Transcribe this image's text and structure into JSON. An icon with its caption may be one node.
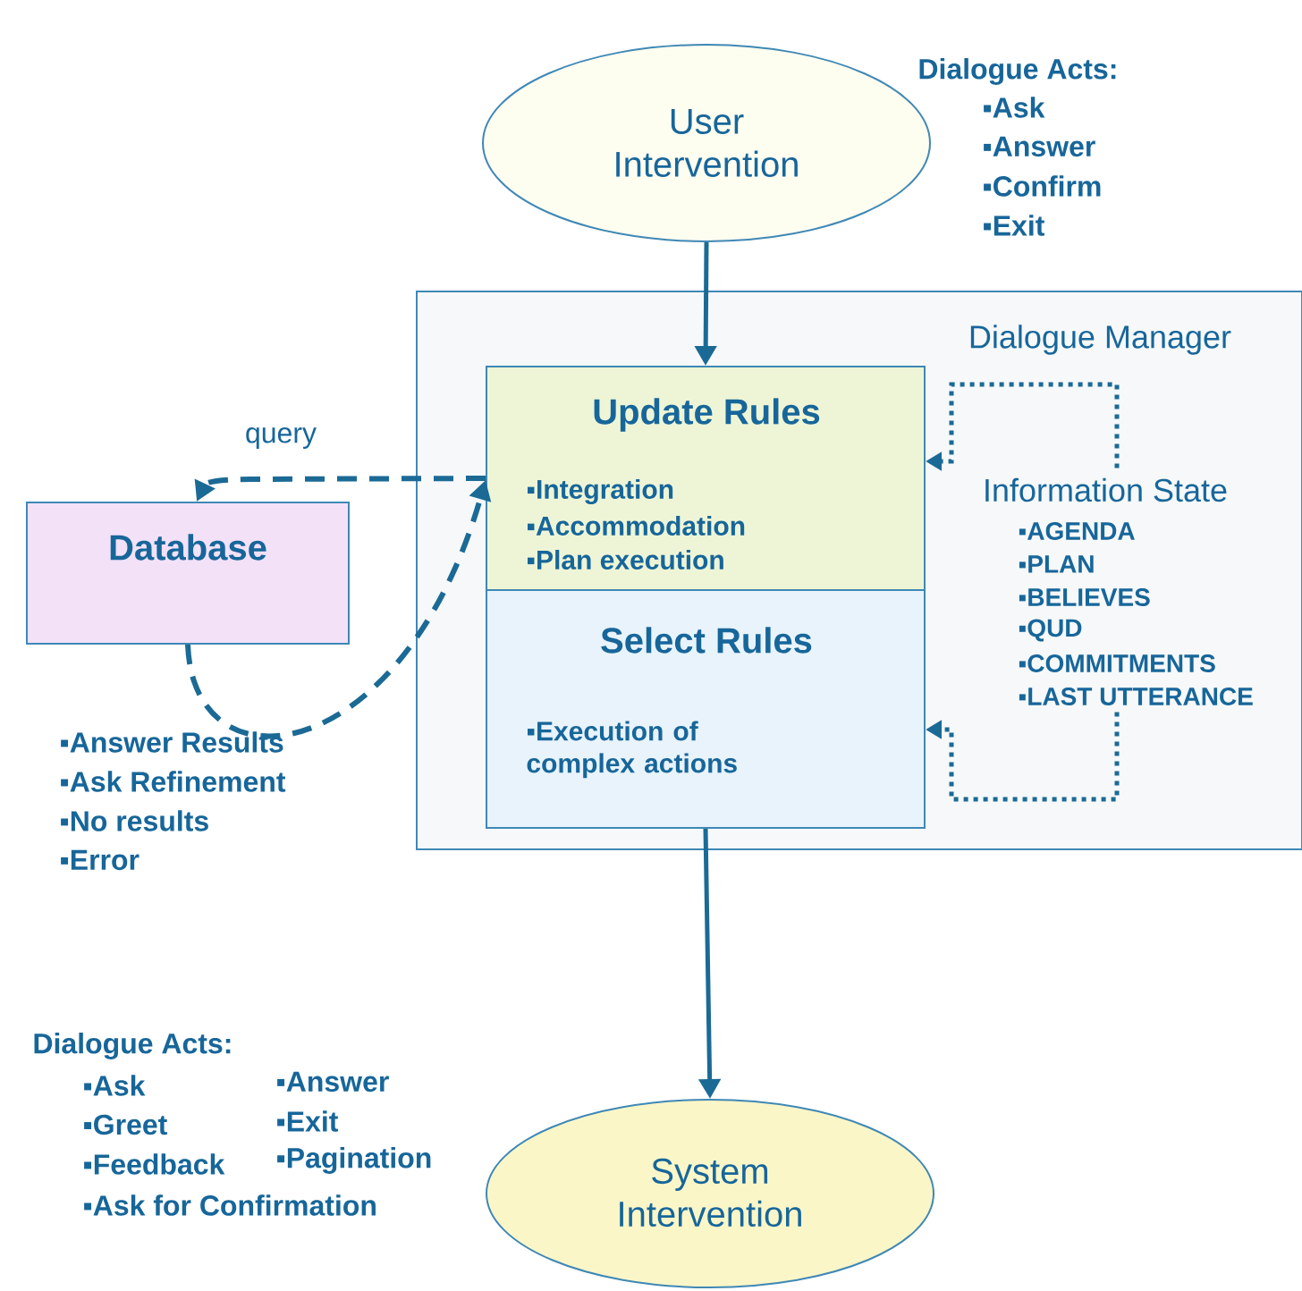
{
  "diagram": {
    "nodes": [
      {
        "text": [
          "User Intervention"
        ],
        "beside": [
          "Dialogue Acts:",
          "▪Ask",
          "▪Answer",
          "▪Confirm",
          "▪Exit"
        ]
      },
      {
        "text": [
          "Dialogue Manager"
        ]
      },
      {
        "text": [
          "Update Rules",
          "▪Integration",
          "▪Accommodation",
          "▪Plan execution"
        ],
        "in": 1
      },
      {
        "text": [
          "Select Rules",
          "▪Execution of complex actions"
        ],
        "in": 1
      },
      {
        "text": [
          "Information State",
          "▪AGENDA",
          "▪PLAN",
          "▪BELIEVES",
          "▪QUD",
          "▪COMMITMENTS",
          "▪LAST UTTERANCE"
        ],
        "in": 1
      },
      {
        "text": [
          "Database"
        ]
      },
      {
        "text": [
          "System Intervention"
        ],
        "beside": [
          "Dialogue Acts:",
          "▪Ask",
          "▪Answer",
          "▪Greet",
          "▪Exit",
          "▪Feedback",
          "▪Pagination",
          "▪Ask for Confirmation"
        ]
      }
    ],
    "edges": [
      {
        "from": 0,
        "to": 2,
        "arrow": "to"
      },
      {
        "from": 2,
        "to": 5,
        "arrow": "to",
        "label": "query",
        "style": "dashed"
      },
      {
        "from": 5,
        "to": 2,
        "arrow": "to",
        "style": "dashed"
      },
      {
        "from": 4,
        "to": 2,
        "arrow": "to",
        "style": "dashed"
      },
      {
        "from": 4,
        "to": 3,
        "arrow": "to",
        "style": "dashed"
      },
      {
        "from": 3,
        "to": 6,
        "arrow": "to"
      }
    ],
    "labels": [
      "▪Answer Results",
      "▪Ask Refinement",
      "▪No results",
      "▪Error"
    ]
  }
}
